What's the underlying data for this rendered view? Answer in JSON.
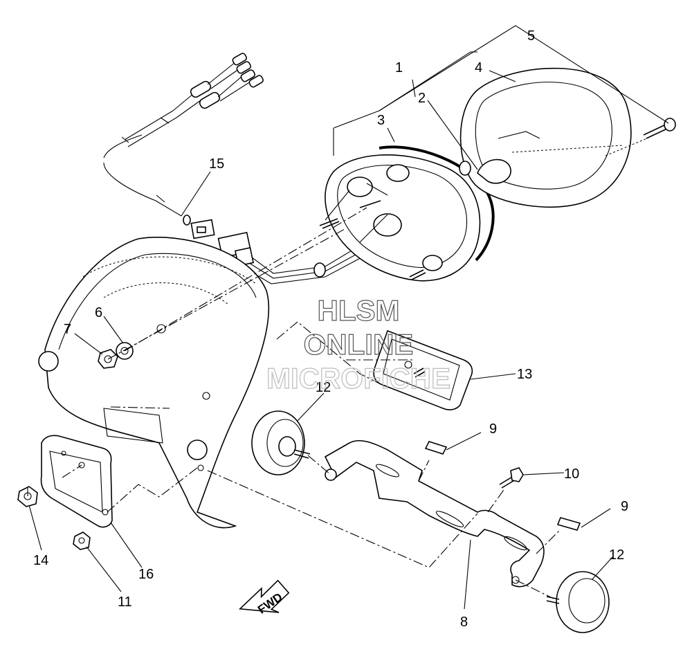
{
  "callouts": {
    "c1": "1",
    "c2": "2",
    "c3": "3",
    "c4": "4",
    "c5": "5",
    "c6": "6",
    "c7": "7",
    "c8": "8",
    "c9a": "9",
    "c9b": "9",
    "c10": "10",
    "c11": "11",
    "c12a": "12",
    "c12b": "12",
    "c13": "13",
    "c14": "14",
    "c15": "15",
    "c16": "16"
  },
  "watermark": {
    "line1": "HLSM",
    "line2": "ONLINE",
    "line3": "MICROFICHE"
  },
  "direction_arrow": {
    "label": "FWD"
  }
}
